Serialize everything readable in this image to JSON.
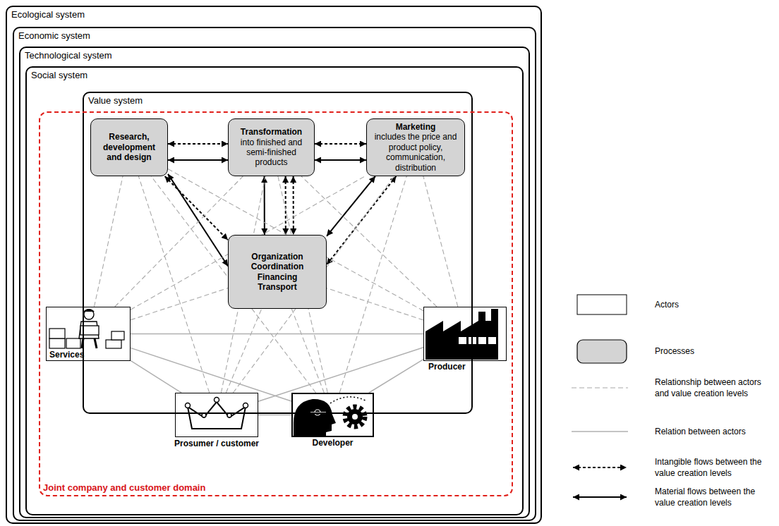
{
  "diagram": {
    "nodes": [
      {
        "text": [
          "Ecological system"
        ]
      },
      {
        "text": [
          "Economic system"
        ],
        "in": 0
      },
      {
        "text": [
          "Technological system"
        ],
        "in": 1
      },
      {
        "text": [
          "Social system"
        ],
        "in": 2
      },
      {
        "text": [
          "Value system"
        ],
        "in": 3
      },
      {
        "text": [
          "Joint company and customer domain"
        ],
        "in": 3
      },
      {
        "text": [
          "Research, development and design"
        ],
        "in": 4
      },
      {
        "text": [
          "Transformation",
          "into finished and semi-finished products"
        ],
        "in": 4
      },
      {
        "text": [
          "Marketing",
          "includes the price and product policy, communication, distribution"
        ],
        "in": 4
      },
      {
        "text": [
          "Organization Coordination Financing Transport"
        ],
        "in": 4
      },
      {
        "text": [
          "Services"
        ],
        "in": 5
      },
      {
        "text": [
          "Producer"
        ],
        "in": 5
      },
      {
        "text": [
          "Prosumer / customer"
        ],
        "in": 5
      },
      {
        "text": [
          "Developer"
        ],
        "in": 5
      }
    ],
    "edges": [
      {
        "from": 6,
        "to": 7,
        "arrow": "both"
      },
      {
        "from": 6,
        "to": 7,
        "arrow": "both"
      },
      {
        "from": 7,
        "to": 8,
        "arrow": "both"
      },
      {
        "from": 7,
        "to": 8,
        "arrow": "both"
      },
      {
        "from": 6,
        "to": 9,
        "arrow": "both"
      },
      {
        "from": 6,
        "to": 9,
        "arrow": "both"
      },
      {
        "from": 7,
        "to": 9,
        "arrow": "both"
      },
      {
        "from": 7,
        "to": 9,
        "arrow": "both"
      },
      {
        "from": 7,
        "to": 9,
        "arrow": "both"
      },
      {
        "from": 8,
        "to": 9,
        "arrow": "both"
      },
      {
        "from": 8,
        "to": 9,
        "arrow": "both"
      },
      {
        "from": 10,
        "to": 6,
        "arrow": "none"
      },
      {
        "from": 10,
        "to": 7,
        "arrow": "none"
      },
      {
        "from": 10,
        "to": 8,
        "arrow": "none"
      },
      {
        "from": 10,
        "to": 9,
        "arrow": "none"
      },
      {
        "from": 11,
        "to": 6,
        "arrow": "none"
      },
      {
        "from": 11,
        "to": 7,
        "arrow": "none"
      },
      {
        "from": 11,
        "to": 8,
        "arrow": "none"
      },
      {
        "from": 11,
        "to": 9,
        "arrow": "none"
      },
      {
        "from": 12,
        "to": 6,
        "arrow": "none"
      },
      {
        "from": 12,
        "to": 7,
        "arrow": "none"
      },
      {
        "from": 12,
        "to": 8,
        "arrow": "none"
      },
      {
        "from": 12,
        "to": 9,
        "arrow": "none"
      },
      {
        "from": 13,
        "to": 6,
        "arrow": "none"
      },
      {
        "from": 13,
        "to": 7,
        "arrow": "none"
      },
      {
        "from": 13,
        "to": 8,
        "arrow": "none"
      },
      {
        "from": 13,
        "to": 9,
        "arrow": "none"
      },
      {
        "from": 10,
        "to": 11,
        "arrow": "none"
      },
      {
        "from": 10,
        "to": 12,
        "arrow": "none"
      },
      {
        "from": 10,
        "to": 13,
        "arrow": "none"
      },
      {
        "from": 11,
        "to": 12,
        "arrow": "none"
      },
      {
        "from": 11,
        "to": 13,
        "arrow": "none"
      },
      {
        "from": 12,
        "to": 13,
        "arrow": "none"
      }
    ],
    "legend": [
      {
        "text": "Actors"
      },
      {
        "text": "Processes"
      },
      {
        "text": "Relationship between actors and value creation levels"
      },
      {
        "text": "Relation between actors"
      },
      {
        "text": "Intangible flows between the value creation levels"
      },
      {
        "text": "Material flows between the value creation levels"
      }
    ]
  }
}
